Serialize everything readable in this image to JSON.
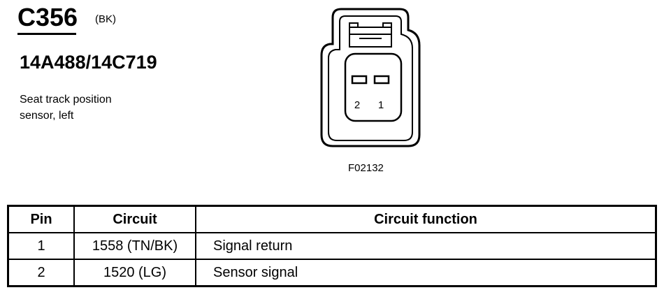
{
  "connector": {
    "id": "C356",
    "color": "(BK)",
    "part_number": "14A488/14C719",
    "description_lines": [
      "Seat track position",
      "sensor, left"
    ],
    "figure_id": "F02132",
    "pin_labels": [
      "2",
      "1"
    ]
  },
  "table": {
    "headers": {
      "pin": "Pin",
      "circuit": "Circuit",
      "function": "Circuit function"
    },
    "rows": [
      {
        "pin": "1",
        "circuit": "1558 (TN/BK)",
        "function": "Signal return"
      },
      {
        "pin": "2",
        "circuit": "1520 (LG)",
        "function": "Sensor signal"
      }
    ]
  }
}
